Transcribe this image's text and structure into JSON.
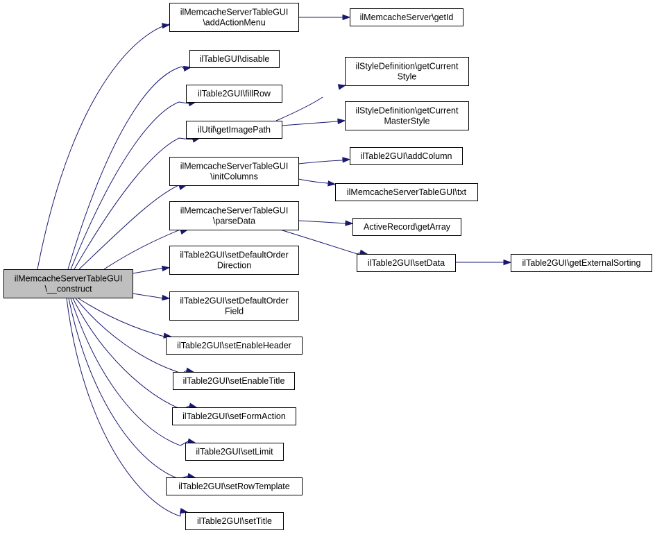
{
  "diagram": {
    "type": "call-graph",
    "colors": {
      "edge": "#191970",
      "root_fill": "#bfbfbf",
      "node_fill": "#ffffff",
      "node_border": "#000000"
    },
    "nodes": [
      {
        "id": "root",
        "lines": [
          "ilMemcacheServerTableGUI",
          "\\__construct"
        ],
        "root": true
      },
      {
        "id": "addActionMenu",
        "lines": [
          "ilMemcacheServerTableGUI",
          "\\addActionMenu"
        ]
      },
      {
        "id": "getId",
        "lines": [
          "ilMemcacheServer\\getId"
        ]
      },
      {
        "id": "disable",
        "lines": [
          "ilTableGUI\\disable"
        ]
      },
      {
        "id": "fillRow",
        "lines": [
          "ilTable2GUI\\fillRow"
        ]
      },
      {
        "id": "getImagePath",
        "lines": [
          "ilUtil\\getImagePath"
        ]
      },
      {
        "id": "getCurrentStyle",
        "lines": [
          "ilStyleDefinition\\getCurrent",
          "Style"
        ]
      },
      {
        "id": "getCurrentMasterStyle",
        "lines": [
          "ilStyleDefinition\\getCurrent",
          "MasterStyle"
        ]
      },
      {
        "id": "initColumns",
        "lines": [
          "ilMemcacheServerTableGUI",
          "\\initColumns"
        ]
      },
      {
        "id": "addColumn",
        "lines": [
          "ilTable2GUI\\addColumn"
        ]
      },
      {
        "id": "txt",
        "lines": [
          "ilMemcacheServerTableGUI\\txt"
        ]
      },
      {
        "id": "parseData",
        "lines": [
          "ilMemcacheServerTableGUI",
          "\\parseData"
        ]
      },
      {
        "id": "getArray",
        "lines": [
          "ActiveRecord\\getArray"
        ]
      },
      {
        "id": "setData",
        "lines": [
          "ilTable2GUI\\setData"
        ]
      },
      {
        "id": "getExternalSorting",
        "lines": [
          "ilTable2GUI\\getExternalSorting"
        ]
      },
      {
        "id": "setDefaultOrderDirection",
        "lines": [
          "ilTable2GUI\\setDefaultOrder",
          "Direction"
        ]
      },
      {
        "id": "setDefaultOrderField",
        "lines": [
          "ilTable2GUI\\setDefaultOrder",
          "Field"
        ]
      },
      {
        "id": "setEnableHeader",
        "lines": [
          "ilTable2GUI\\setEnableHeader"
        ]
      },
      {
        "id": "setEnableTitle",
        "lines": [
          "ilTable2GUI\\setEnableTitle"
        ]
      },
      {
        "id": "setFormAction",
        "lines": [
          "ilTable2GUI\\setFormAction"
        ]
      },
      {
        "id": "setLimit",
        "lines": [
          "ilTable2GUI\\setLimit"
        ]
      },
      {
        "id": "setRowTemplate",
        "lines": [
          "ilTable2GUI\\setRowTemplate"
        ]
      },
      {
        "id": "setTitle",
        "lines": [
          "ilTable2GUI\\setTitle"
        ]
      }
    ],
    "edges": [
      {
        "from": "root",
        "to": "addActionMenu"
      },
      {
        "from": "root",
        "to": "disable"
      },
      {
        "from": "root",
        "to": "fillRow"
      },
      {
        "from": "root",
        "to": "getImagePath"
      },
      {
        "from": "root",
        "to": "initColumns"
      },
      {
        "from": "root",
        "to": "parseData"
      },
      {
        "from": "root",
        "to": "setDefaultOrderDirection"
      },
      {
        "from": "root",
        "to": "setDefaultOrderField"
      },
      {
        "from": "root",
        "to": "setEnableHeader"
      },
      {
        "from": "root",
        "to": "setEnableTitle"
      },
      {
        "from": "root",
        "to": "setFormAction"
      },
      {
        "from": "root",
        "to": "setLimit"
      },
      {
        "from": "root",
        "to": "setRowTemplate"
      },
      {
        "from": "root",
        "to": "setTitle"
      },
      {
        "from": "addActionMenu",
        "to": "getId"
      },
      {
        "from": "getImagePath",
        "to": "getCurrentStyle"
      },
      {
        "from": "getImagePath",
        "to": "getCurrentMasterStyle"
      },
      {
        "from": "initColumns",
        "to": "addColumn"
      },
      {
        "from": "initColumns",
        "to": "txt"
      },
      {
        "from": "parseData",
        "to": "getArray"
      },
      {
        "from": "parseData",
        "to": "setData"
      },
      {
        "from": "setData",
        "to": "getExternalSorting"
      }
    ]
  }
}
